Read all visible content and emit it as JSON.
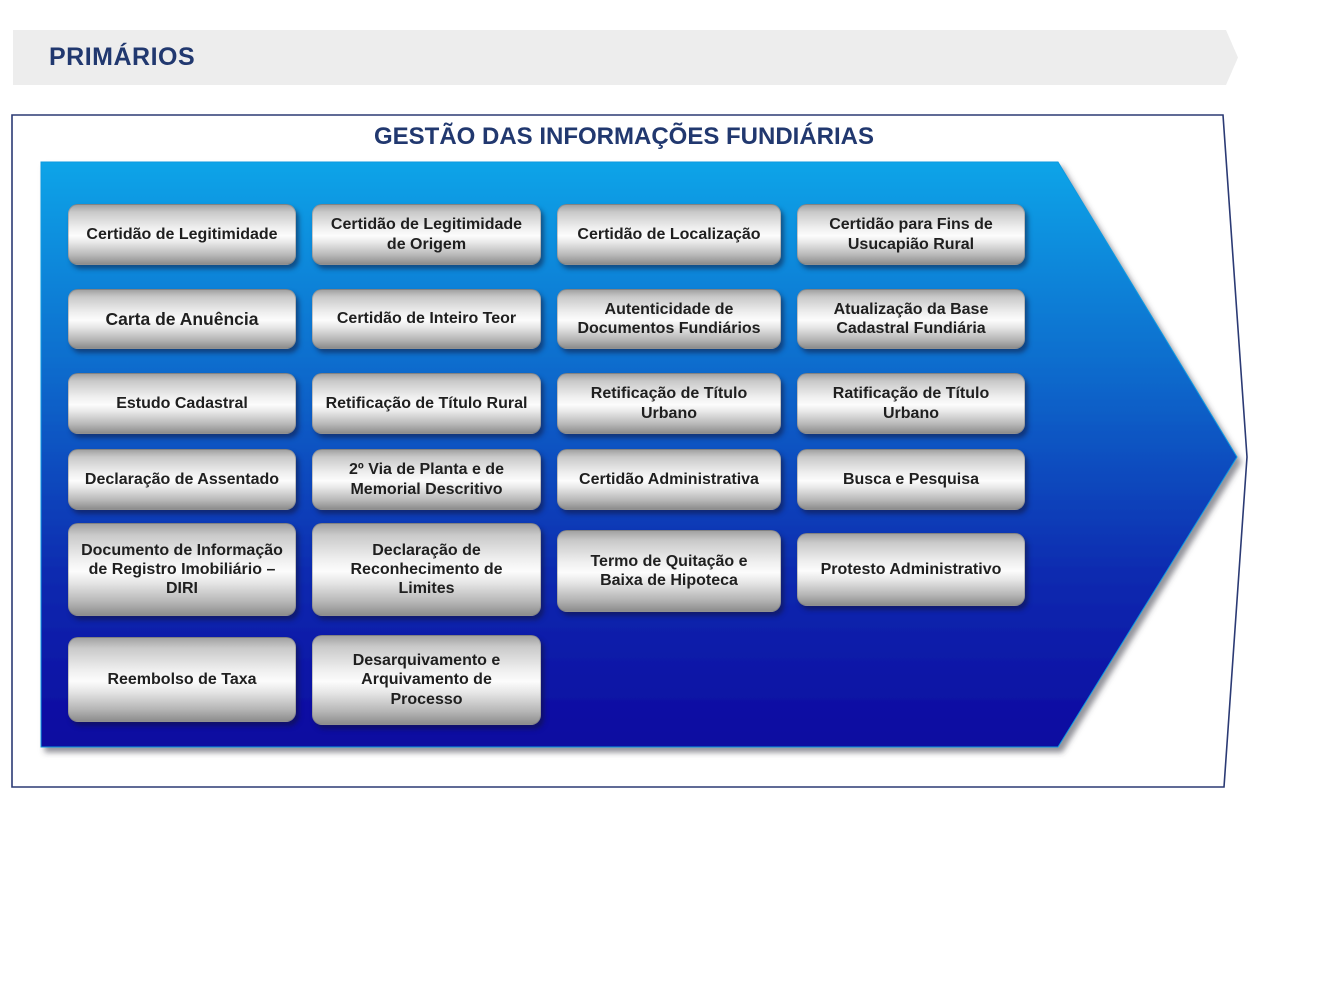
{
  "banner": {
    "label": "PRIMÁRIOS"
  },
  "diagram": {
    "title": "GESTÃO DAS INFORMAÇÕES FUNDIÁRIAS",
    "nodes": [
      "Certidão de Legitimidade",
      "Certidão de Legitimidade de Origem",
      "Certidão de Localização",
      "Certidão para Fins de Usucapião Rural",
      "Carta de Anuência",
      "Certidão de Inteiro Teor",
      "Autenticidade de Documentos Fundiários",
      "Atualização da Base Cadastral Fundiária",
      "Estudo Cadastral",
      "Retificação de Título Rural",
      "Retificação de Título Urbano",
      "Ratificação de Título Urbano",
      "Declaração de Assentado",
      "2º Via de Planta e de Memorial Descritivo",
      "Certidão Administrativa",
      "Busca e Pesquisa",
      "Documento de Informação de Registro Imobiliário – DIRI",
      "Declaração de Reconhecimento de Limites",
      "Termo de Quitação e Baixa de Hipoteca",
      "Protesto Administrativo",
      "Reembolso de Taxa",
      "Desarquivamento e Arquivamento de Processo"
    ],
    "colors": {
      "banner_background": "#EDEDED",
      "heading_text": "#21386F",
      "panel_border": "#2B3A74",
      "arrow_gradient_top": "#0CA4E8",
      "arrow_gradient_middle": "#0B55C4",
      "arrow_gradient_bottom": "#0808A0",
      "node_text": "#1F1F1F"
    }
  }
}
